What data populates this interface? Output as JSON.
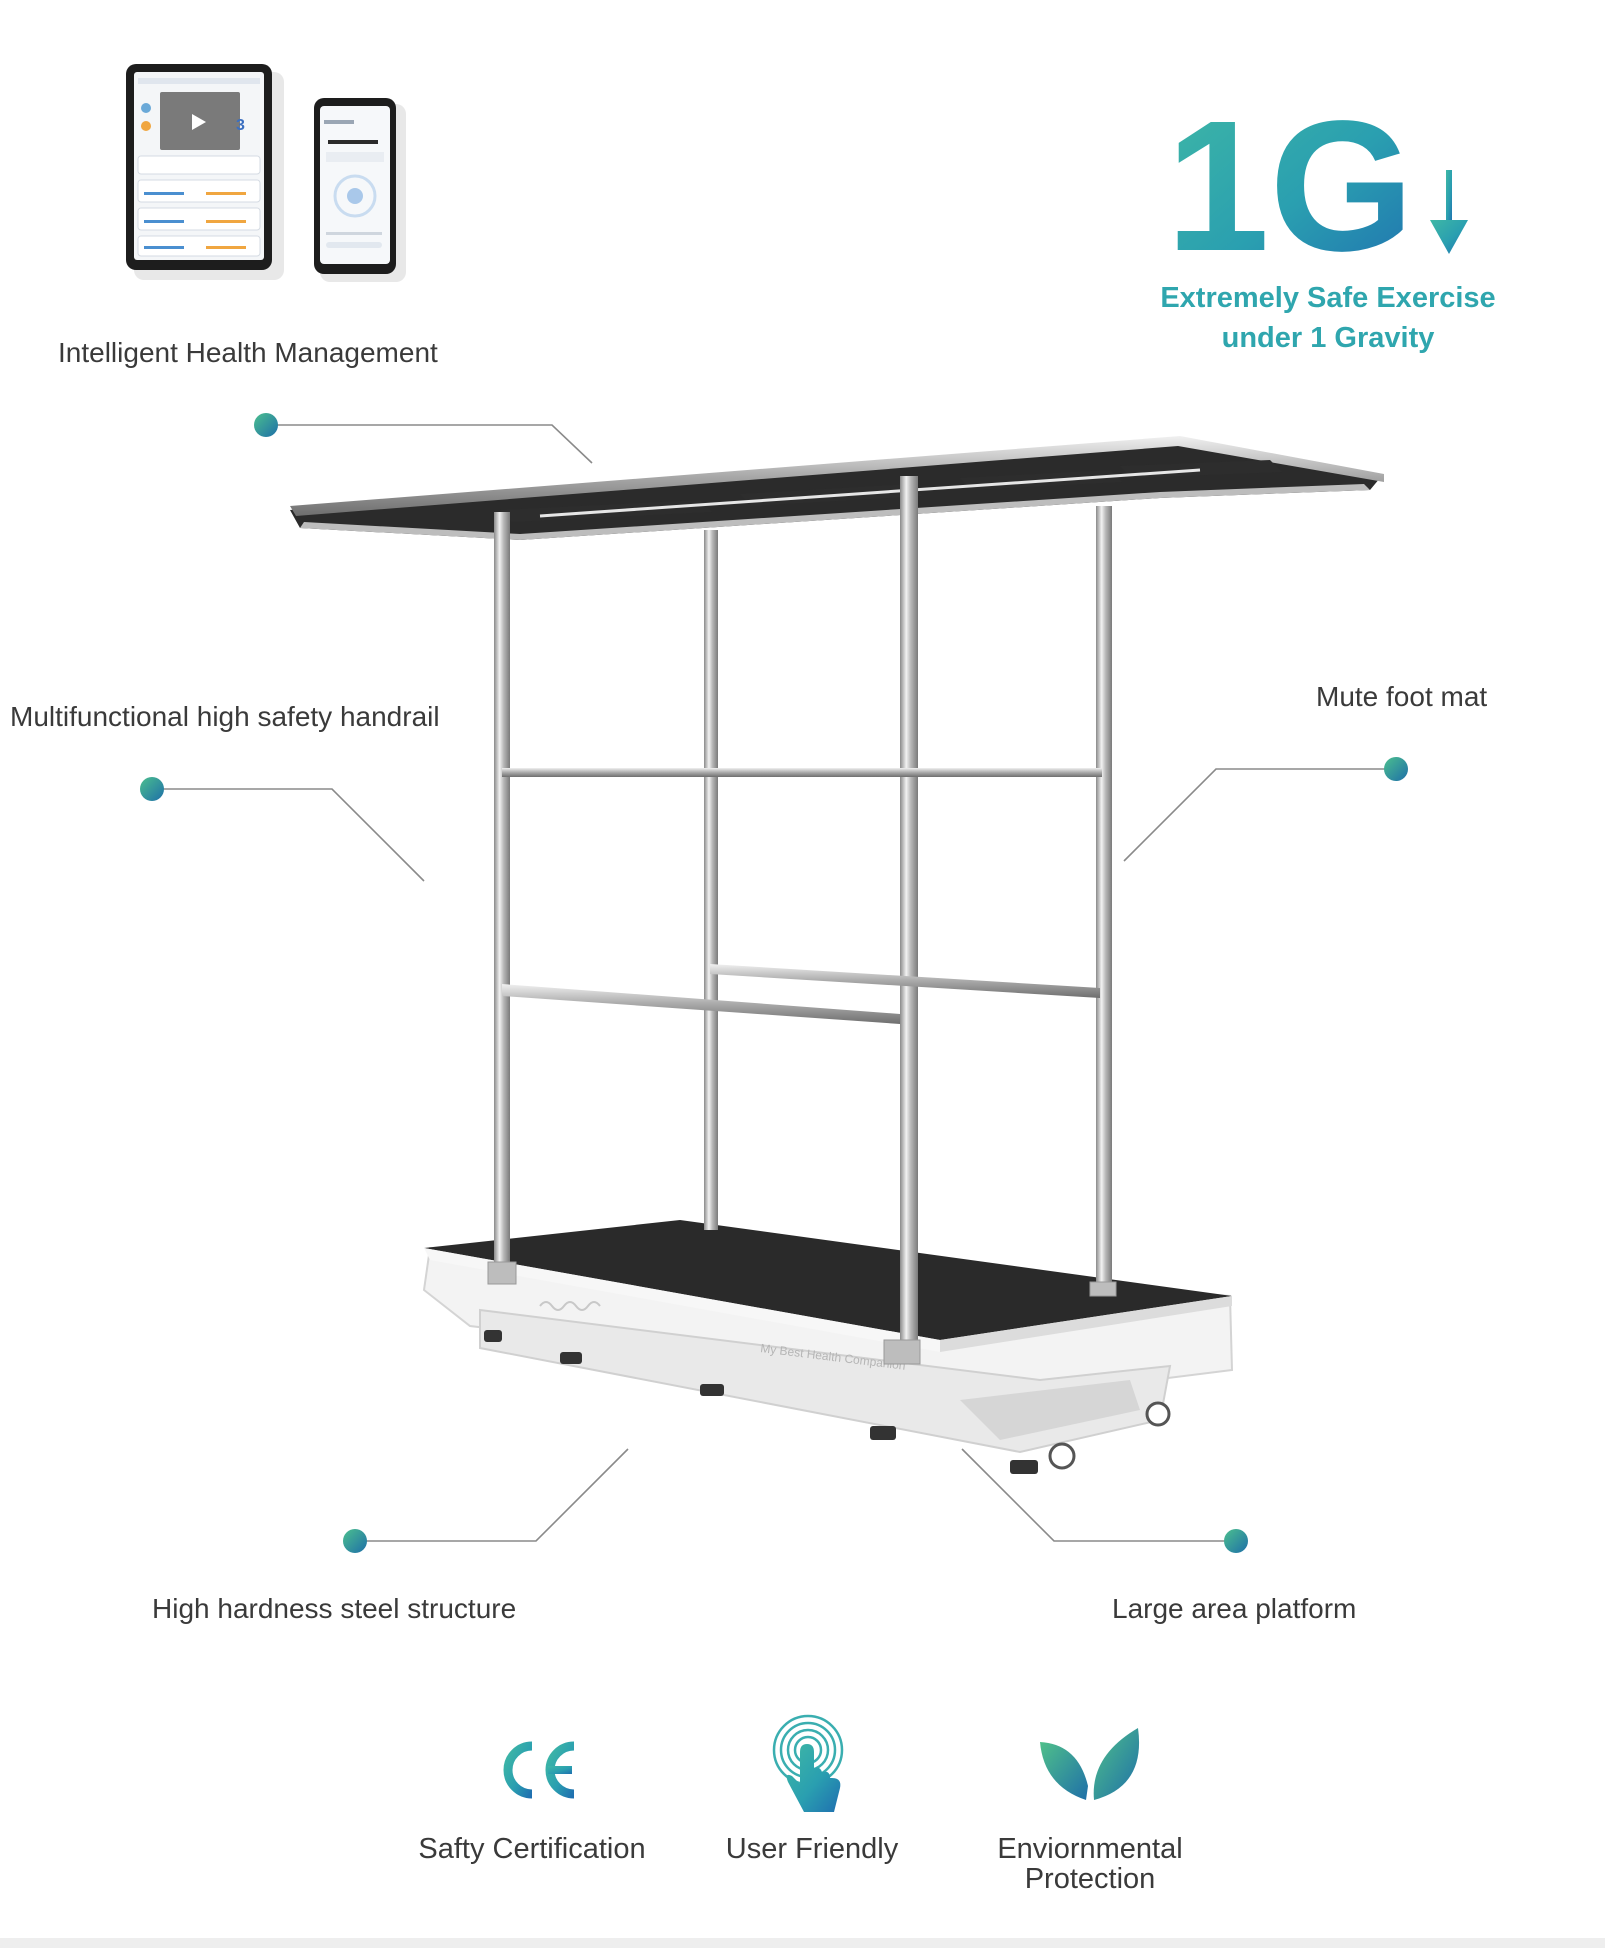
{
  "hero": {
    "big_text": "1G",
    "subtitle_line1": "Extremely Safe Exercise",
    "subtitle_line2": "under 1 Gravity"
  },
  "features": {
    "health_management": "Intelligent Health Management",
    "handrail": "Multifunctional high safety handrail",
    "foot_mat": "Mute foot mat",
    "steel_structure": "High hardness steel structure",
    "platform": "Large area platform"
  },
  "product": {
    "slogan": "My Best Health Companion"
  },
  "badges": {
    "certification": "Safty Certification",
    "user_friendly": "User Friendly",
    "env_line1": "Enviornmental",
    "env_line2": "Protection"
  },
  "colors": {
    "accent_teal": "#2fa6ae",
    "accent_blue": "#1e6fa8",
    "accent_green": "#3fa65a",
    "text": "#3a3a3a"
  },
  "icons": [
    "tablet-device",
    "phone-device",
    "down-arrow-icon",
    "ce-mark-icon",
    "touch-hand-icon",
    "leaf-icon"
  ]
}
